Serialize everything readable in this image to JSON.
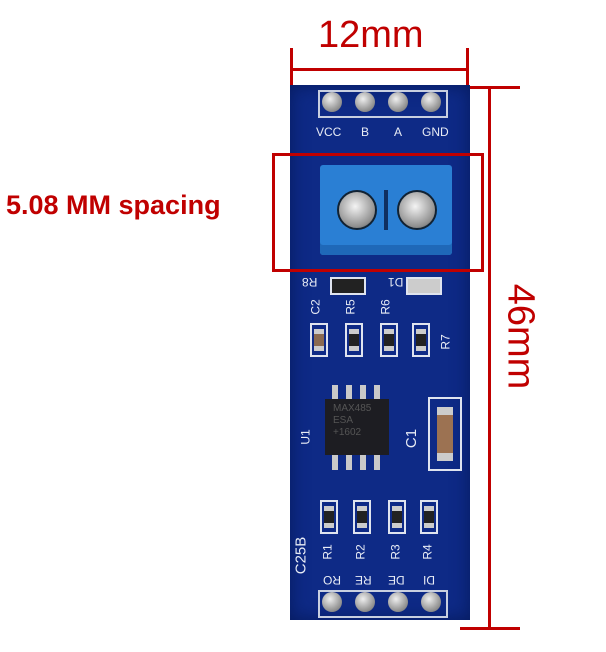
{
  "annotations": {
    "width_label": "12mm",
    "height_label": "46mm",
    "spacing_label": "5.08 MM spacing"
  },
  "board": {
    "top_pins": [
      "VCC",
      "B",
      "A",
      "GND"
    ],
    "bottom_pins": [
      "RO",
      "RE",
      "DE",
      "DI"
    ],
    "components": {
      "r8": "R8",
      "d1": "D1",
      "c2": "C2",
      "r5": "R5",
      "r6": "R6",
      "r7": "R7",
      "u1": "U1",
      "c1": "C1",
      "r1": "R1",
      "r2": "R2",
      "r3": "R3",
      "r4": "R4",
      "board_id": "C25B"
    },
    "ic_marking": [
      "MAX485",
      "ESA",
      "+1602"
    ]
  },
  "colors": {
    "annotation": "#c00000",
    "pcb": "#0e2a86",
    "terminal": "#2a7fd4"
  }
}
